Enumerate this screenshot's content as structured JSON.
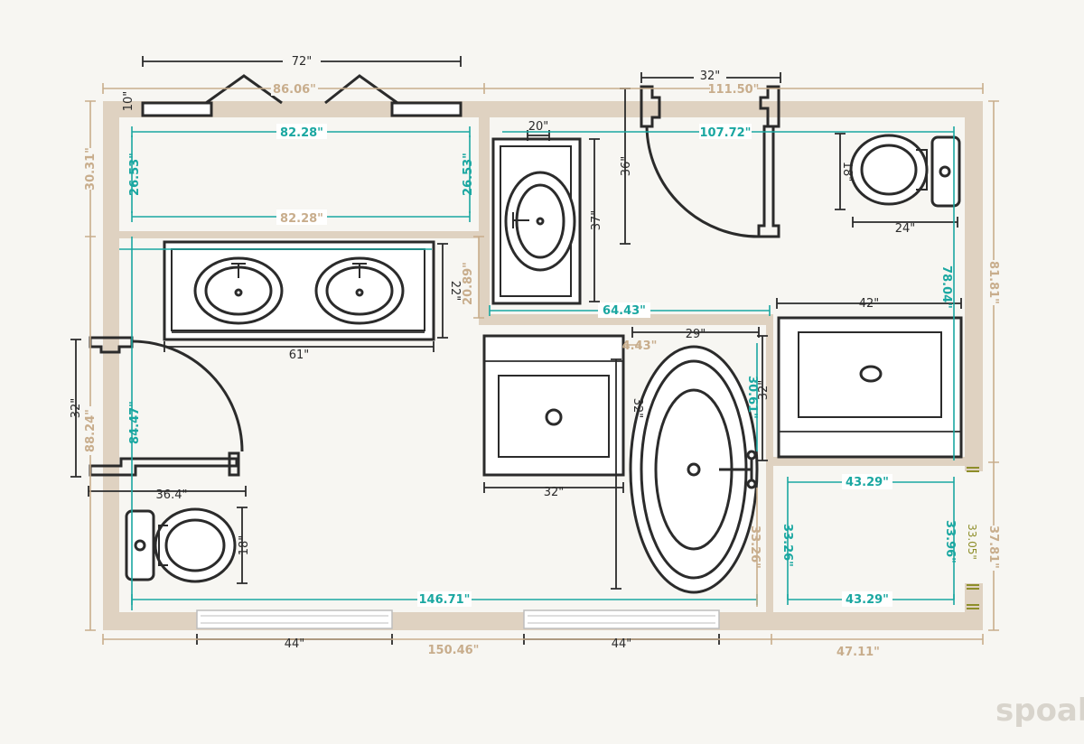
{
  "dims": {
    "d72": "72\"",
    "d10": "10\"",
    "d86_06": "86.06\"",
    "d111_50": "111.50\"",
    "d32_top": "32\"",
    "d82_28_top": "82.28\"",
    "d107_72": "107.72\"",
    "d26_53_left": "26.53\"",
    "d26_53_right": "26.53\"",
    "d30_31": "30.31\"",
    "d82_28_mid": "82.28\"",
    "d20": "20\"",
    "d36": "36\"",
    "d37": "37\"",
    "d18_top": "18\"",
    "d24": "24\"",
    "d81_81": "81.81\"",
    "d78_04": "78.04\"",
    "d22": "22\"",
    "d20_89": "20.89\"",
    "d64_43": "64.43\"",
    "d42": "42\"",
    "d61": "61\"",
    "d4_43": "4.43\"",
    "d29": "29\"",
    "d32_left": "32\"",
    "d88_24": "88.24\"",
    "d84_47": "84.47\"",
    "d32_tubv": "32\"",
    "d30_61": "30.61\"",
    "d32_vanv": "32\"",
    "d36_4": "36.4\"",
    "d32_vanity": "32\"",
    "d43_29_top": "43.29\"",
    "d18_bottom": "18\"",
    "d33_26_left": "33.26\"",
    "d33_26_right": "33.26\"",
    "d33_96": "33.96\"",
    "d33_05": "33.05\"",
    "d37_81": "37.81\"",
    "d146_71": "146.71\"",
    "d43_29_bottom": "43.29\"",
    "d44_left": "44\"",
    "d44_right": "44\"",
    "d150_46": "150.46\"",
    "d47_11": "47.11\""
  },
  "brand": {
    "logo": "spoak."
  },
  "colors": {
    "wall": "#dfd2c1",
    "teal": "#1aa7a1",
    "tan": "#c8ad8c",
    "ink": "#2b2b2b",
    "background": "#f7f6f2"
  }
}
